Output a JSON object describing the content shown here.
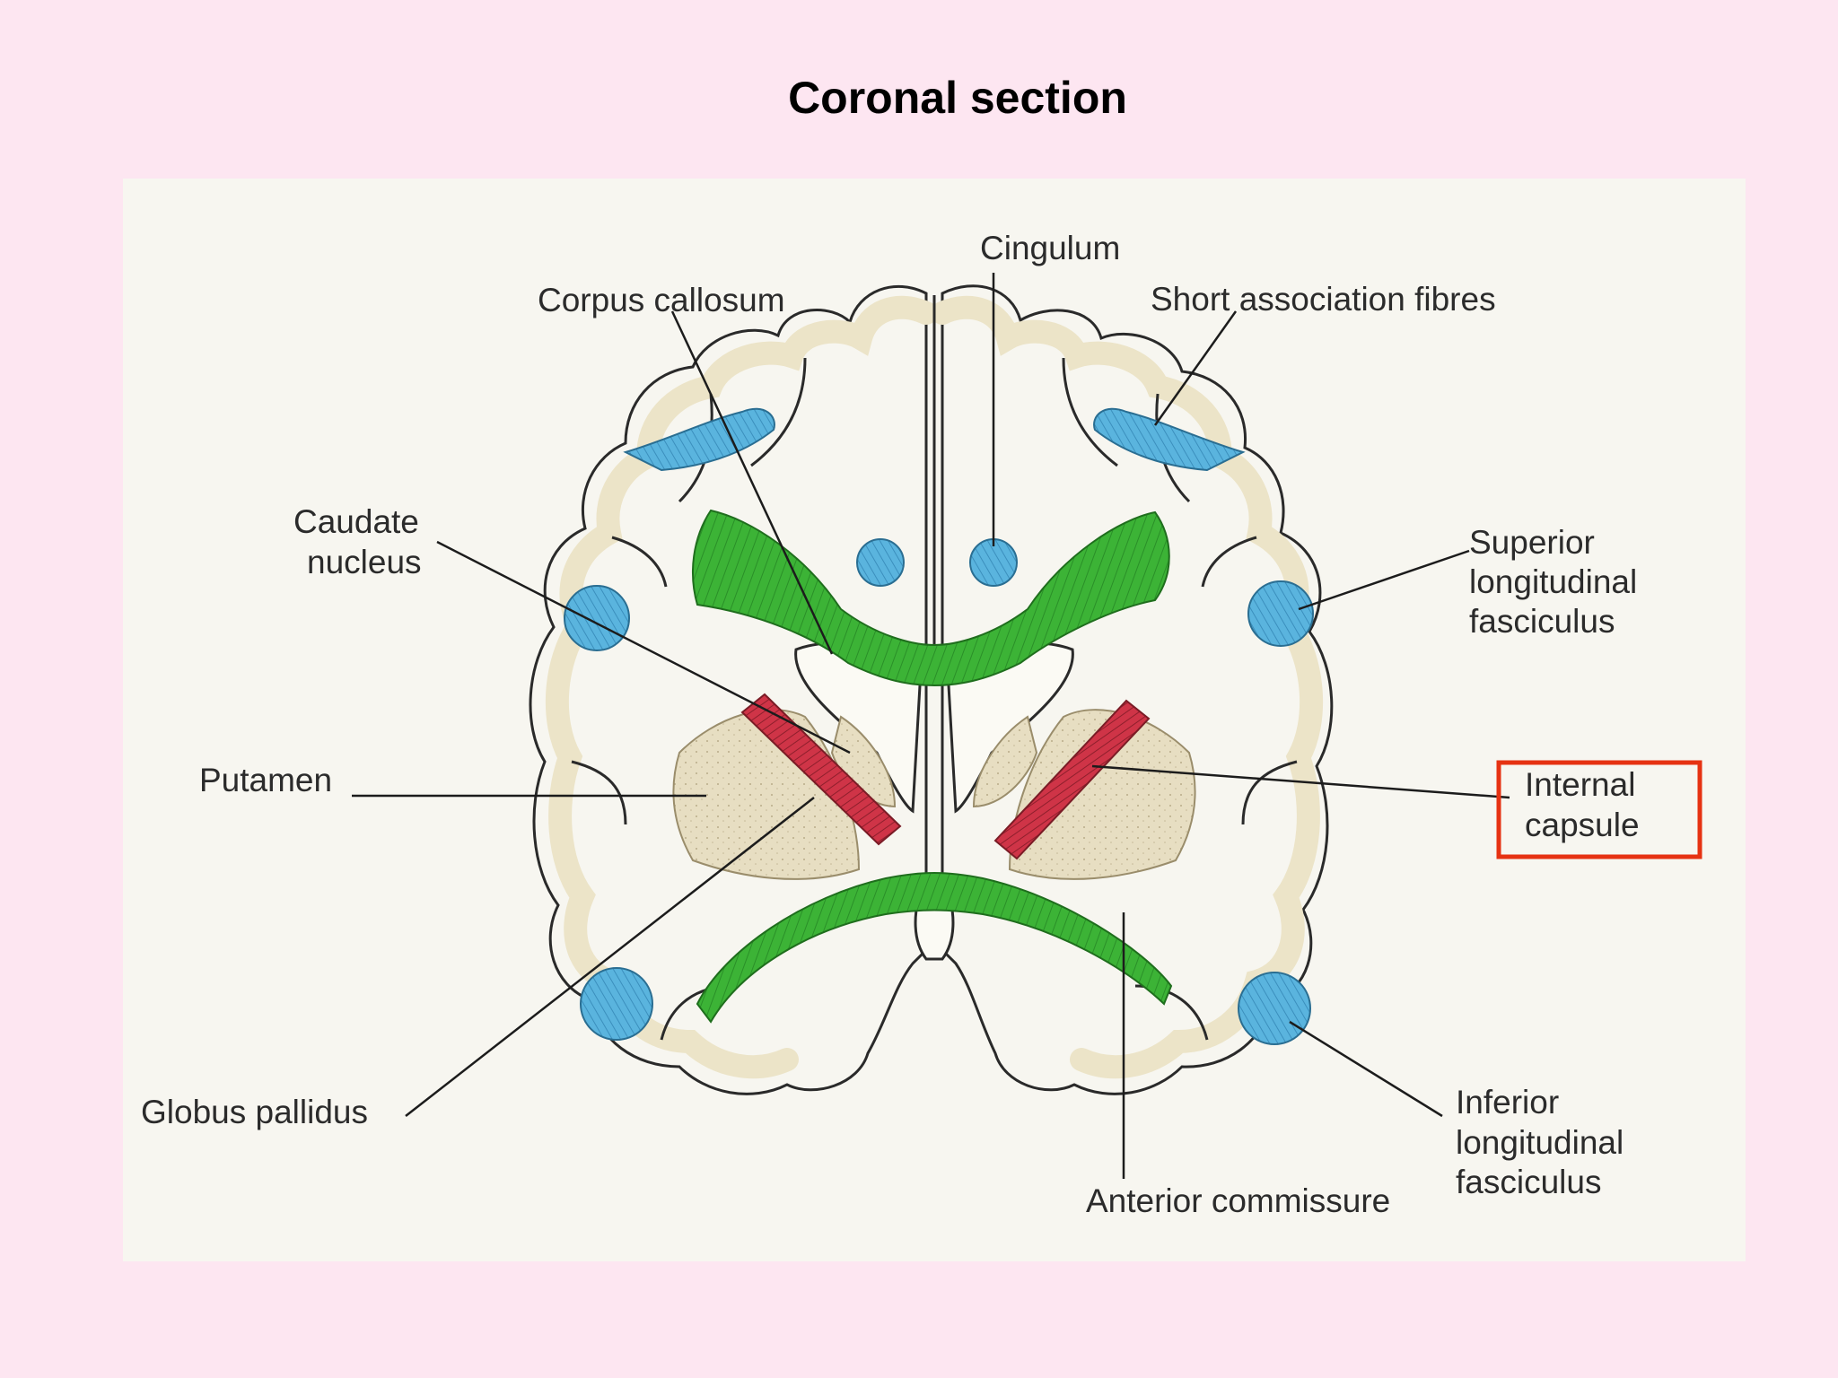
{
  "slide": {
    "title": "Coronal section"
  },
  "labels": {
    "cingulum": "Cingulum",
    "corpus_callosum": "Corpus callosum",
    "short_association_fibres": "Short association fibres",
    "caudate_nucleus": [
      "Caudate",
      "nucleus"
    ],
    "superior_longitudinal_fasciculus": [
      "Superior",
      "longitudinal",
      "fasciculus"
    ],
    "putamen": "Putamen",
    "internal_capsule": [
      "Internal",
      "capsule"
    ],
    "globus_pallidus": "Globus pallidus",
    "anterior_commissure": "Anterior commissure",
    "inferior_longitudinal_fasciculus": [
      "Inferior",
      "longitudinal",
      "fasciculus"
    ]
  },
  "highlight": {
    "target": "internal_capsule",
    "color": "#e63212"
  },
  "colors": {
    "background": "#fde6f1",
    "panel": "#f7f6f0",
    "cortex_fill": "#ece4c8",
    "association_fibres": "#5ab4de",
    "commissural_fibres": "#3cb336",
    "internal_capsule": "#cf3447",
    "nuclei": "#e8dfc4"
  }
}
